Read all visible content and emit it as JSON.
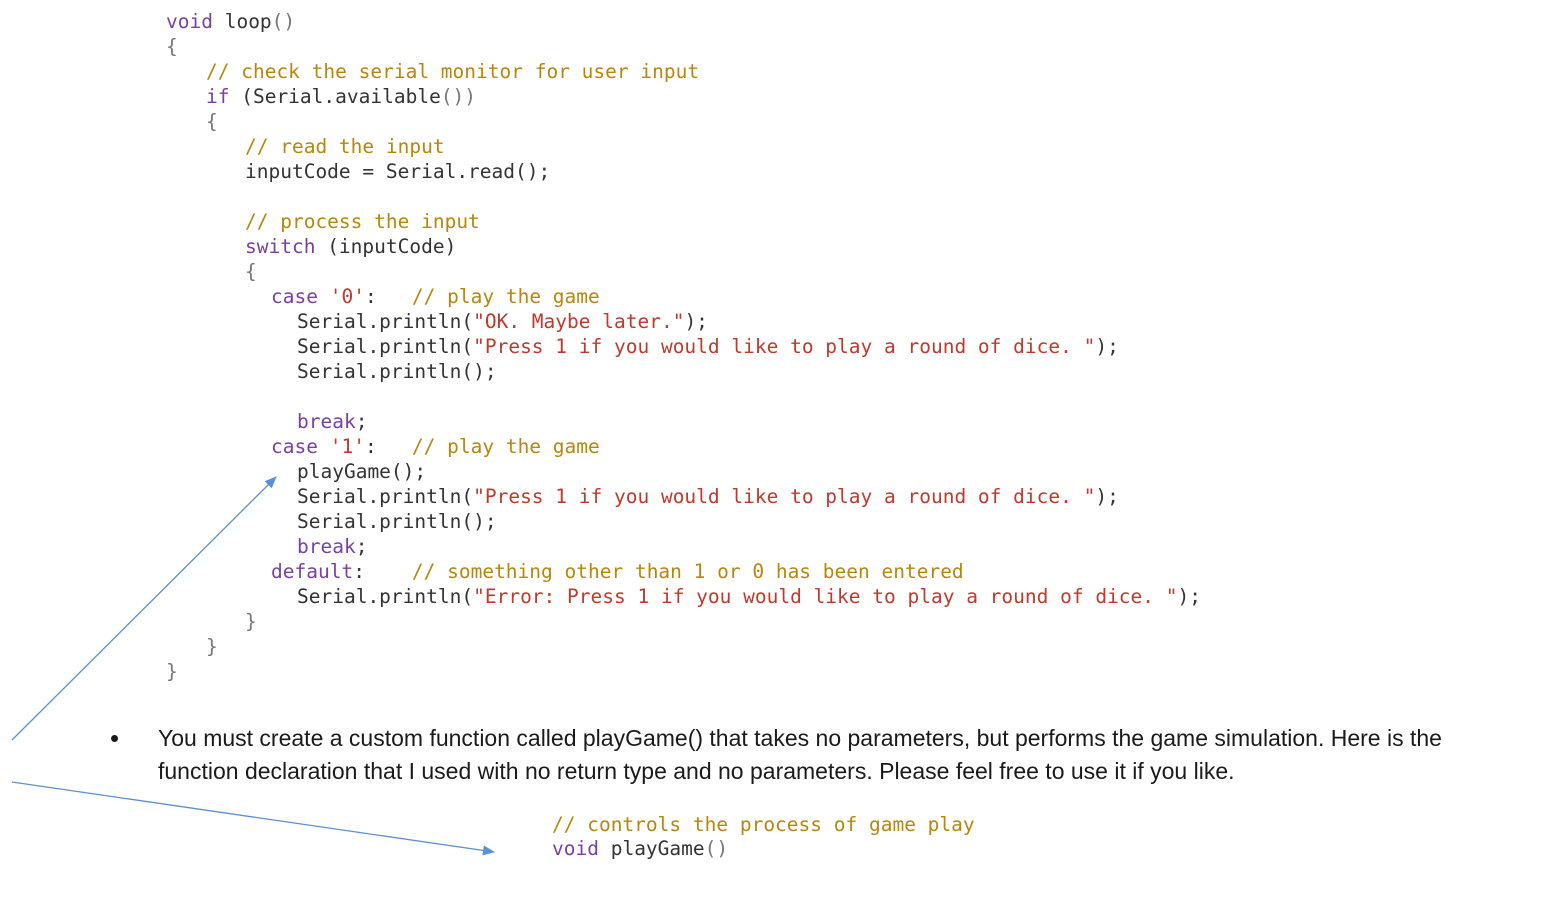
{
  "code_lines": [
    {
      "indent": 0,
      "parts": [
        {
          "t": "kw",
          "v": "void"
        },
        {
          "t": "tx",
          "v": " loop"
        },
        {
          "t": "pn",
          "v": "()"
        }
      ]
    },
    {
      "indent": 0,
      "parts": [
        {
          "t": "pn",
          "v": "{"
        }
      ]
    },
    {
      "indent": 40,
      "parts": [
        {
          "t": "cm",
          "v": "// check the serial monitor for user input"
        }
      ]
    },
    {
      "indent": 40,
      "parts": [
        {
          "t": "kw",
          "v": "if"
        },
        {
          "t": "tx",
          "v": " (Serial.available"
        },
        {
          "t": "pn",
          "v": "())"
        }
      ]
    },
    {
      "indent": 40,
      "parts": [
        {
          "t": "pn",
          "v": "{"
        }
      ]
    },
    {
      "indent": 79,
      "parts": [
        {
          "t": "cm",
          "v": "// read the input"
        }
      ]
    },
    {
      "indent": 79,
      "parts": [
        {
          "t": "tx",
          "v": "inputCode = Serial.read();"
        }
      ]
    },
    {
      "indent": 79,
      "parts": [
        {
          "t": "cm",
          "v": "// process the input"
        }
      ]
    },
    {
      "indent": 79,
      "parts": [
        {
          "t": "kw",
          "v": "switch"
        },
        {
          "t": "tx",
          "v": " (inputCode)"
        }
      ]
    },
    {
      "indent": 79,
      "parts": [
        {
          "t": "pn",
          "v": "{"
        }
      ]
    },
    {
      "indent": 105,
      "parts": [
        {
          "t": "kw",
          "v": "case"
        },
        {
          "t": "tx",
          "v": " "
        },
        {
          "t": "st",
          "v": "'0'"
        },
        {
          "t": "tx",
          "v": ":   "
        },
        {
          "t": "cm",
          "v": "// play the game"
        }
      ]
    },
    {
      "indent": 131,
      "parts": [
        {
          "t": "tx",
          "v": "Serial.println("
        },
        {
          "t": "st",
          "v": "\"OK. Maybe later.\""
        },
        {
          "t": "tx",
          "v": ");"
        }
      ]
    },
    {
      "indent": 131,
      "parts": [
        {
          "t": "tx",
          "v": "Serial.println("
        },
        {
          "t": "st",
          "v": "\"Press 1 if you would like to play a round of dice. \""
        },
        {
          "t": "tx",
          "v": ");"
        }
      ]
    },
    {
      "indent": 131,
      "parts": [
        {
          "t": "tx",
          "v": "Serial.println();"
        }
      ]
    },
    {
      "indent": 131,
      "parts": [
        {
          "t": "kw",
          "v": "break"
        },
        {
          "t": "tx",
          "v": ";"
        }
      ]
    },
    {
      "indent": 105,
      "parts": [
        {
          "t": "kw",
          "v": "case"
        },
        {
          "t": "tx",
          "v": " "
        },
        {
          "t": "st",
          "v": "'1'"
        },
        {
          "t": "tx",
          "v": ":   "
        },
        {
          "t": "cm",
          "v": "// play the game"
        }
      ]
    },
    {
      "indent": 131,
      "parts": [
        {
          "t": "tx",
          "v": "playGame();"
        }
      ]
    },
    {
      "indent": 131,
      "parts": [
        {
          "t": "tx",
          "v": "Serial.println("
        },
        {
          "t": "st",
          "v": "\"Press 1 if you would like to play a round of dice. \""
        },
        {
          "t": "tx",
          "v": ");"
        }
      ]
    },
    {
      "indent": 131,
      "parts": [
        {
          "t": "tx",
          "v": "Serial.println();"
        }
      ]
    },
    {
      "indent": 131,
      "parts": [
        {
          "t": "kw",
          "v": "break"
        },
        {
          "t": "tx",
          "v": ";"
        }
      ]
    },
    {
      "indent": 105,
      "parts": [
        {
          "t": "kw",
          "v": "default"
        },
        {
          "t": "tx",
          "v": ":    "
        },
        {
          "t": "cm",
          "v": "// something other than 1 or 0 has been entered"
        }
      ]
    },
    {
      "indent": 131,
      "parts": [
        {
          "t": "tx",
          "v": "Serial.println("
        },
        {
          "t": "st",
          "v": "\"Error: Press 1 if you would like to play a round of dice. \""
        },
        {
          "t": "tx",
          "v": ");"
        }
      ]
    },
    {
      "indent": 79,
      "parts": [
        {
          "t": "pn",
          "v": "}"
        }
      ]
    },
    {
      "indent": 40,
      "parts": [
        {
          "t": "pn",
          "v": "}"
        }
      ]
    },
    {
      "indent": 0,
      "parts": [
        {
          "t": "pn",
          "v": "}"
        }
      ]
    }
  ],
  "bullet": {
    "text": "You must create a custom function called playGame() that takes no parameters, but performs the game simulation. Here is the function declaration that I used with no return type and no parameters. Please feel free to use it if you like."
  },
  "declaration": {
    "comment": "// controls the process of game play",
    "keyword": "void",
    "name": " playGame",
    "parens": "()"
  },
  "colors": {
    "keyword": "#7a3fa6",
    "comment": "#b8860b",
    "string": "#c0392b",
    "arrow": "#5b8fd6"
  }
}
